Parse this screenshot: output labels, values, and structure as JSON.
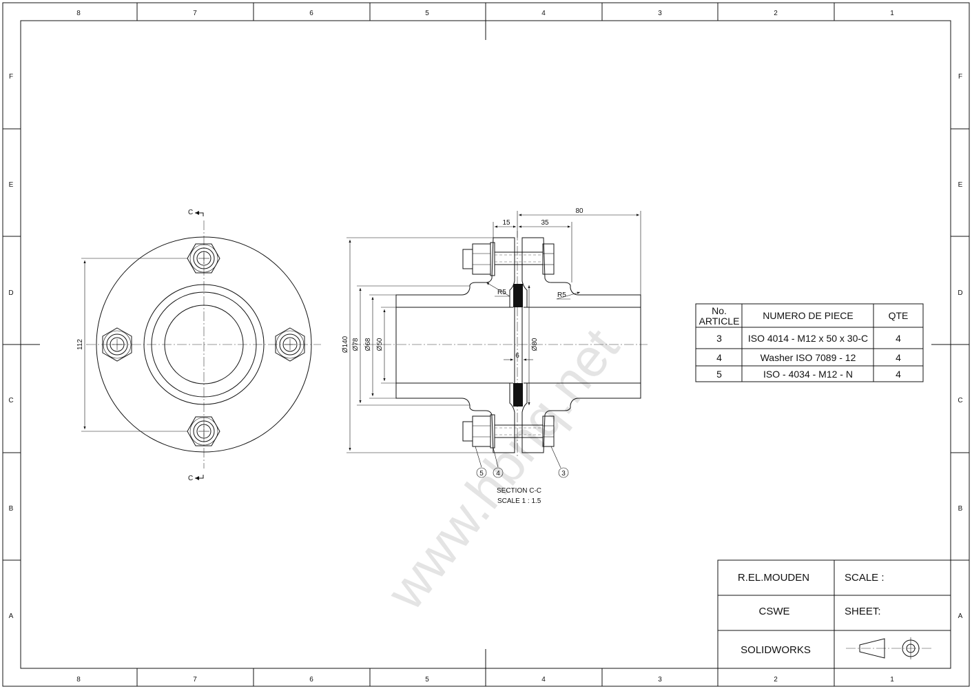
{
  "zones": {
    "columns": [
      "8",
      "7",
      "6",
      "5",
      "4",
      "3",
      "2",
      "1"
    ],
    "rows": [
      "F",
      "E",
      "D",
      "C",
      "B",
      "A"
    ]
  },
  "section_markers": {
    "top": "C",
    "bottom": "C"
  },
  "dimensions": {
    "d15": "15",
    "d35": "35",
    "d80": "80",
    "r5_left": "R5",
    "r5_right": "R5",
    "d6": "6",
    "dia80": "Ø80",
    "dia140": "Ø140",
    "dia78": "Ø78",
    "dia68": "Ø68",
    "dia50": "Ø50",
    "d112": "112"
  },
  "balloons": [
    "5",
    "4",
    "3"
  ],
  "section_label": {
    "title": "SECTION C-C",
    "scale": "SCALE 1 : 1.5"
  },
  "bom": {
    "headers": {
      "no_line1": "No.",
      "no_line2": "ARTICLE",
      "name": "NUMERO DE PIECE",
      "qty": "QTE"
    },
    "rows": [
      {
        "no": "3",
        "name": "ISO 4014 - M12 x 50 x 30-C",
        "qty": "4"
      },
      {
        "no": "4",
        "name": "Washer ISO 7089 - 12",
        "qty": "4"
      },
      {
        "no": "5",
        "name": "ISO - 4034 - M12 - N",
        "qty": "4"
      }
    ]
  },
  "title_block": {
    "author": "R.EL.MOUDEN",
    "org": "CSWE",
    "software": "SOLIDWORKS",
    "scale_label": "SCALE :",
    "sheet_label": "SHEET:"
  },
  "watermark": "www.hbnq.net"
}
